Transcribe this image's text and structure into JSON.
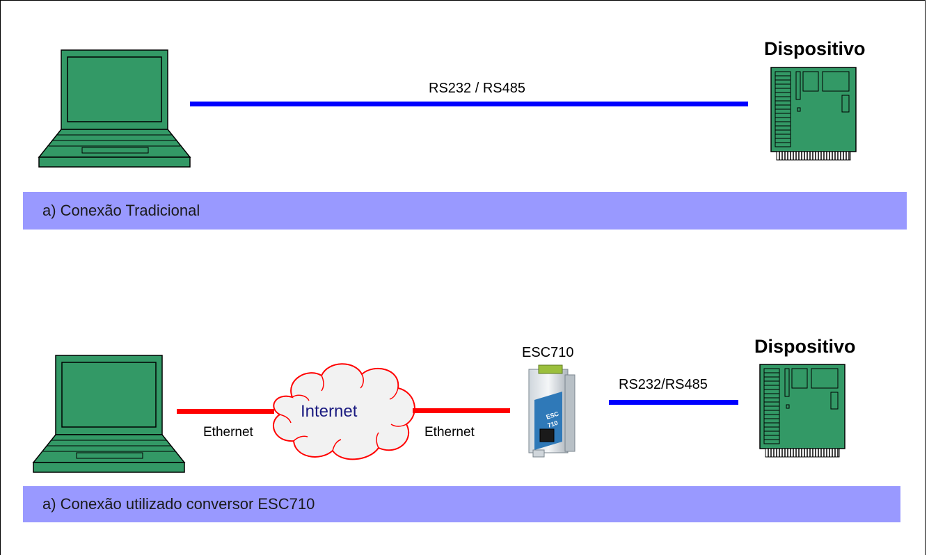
{
  "section_a": {
    "device_title": "Dispositivo",
    "link_label": "RS232 / RS485",
    "caption": "a) Conexão Tradicional",
    "colors": {
      "serial_link": "#0000ff",
      "caption_band": "#9999ff"
    }
  },
  "section_b": {
    "device_title": "Dispositivo",
    "converter_label": "ESC710",
    "cloud_label": "Internet",
    "ethernet_left": "Ethernet",
    "ethernet_right": "Ethernet",
    "serial_label": "RS232/RS485",
    "caption": "a) Conexão utilizado conversor ESC710",
    "colors": {
      "ethernet_link": "#ff0000",
      "serial_link": "#0000ff",
      "caption_band": "#9999ff"
    }
  },
  "icons": [
    "laptop-icon",
    "device-board-icon",
    "internet-cloud-icon",
    "esc710-converter-icon"
  ]
}
